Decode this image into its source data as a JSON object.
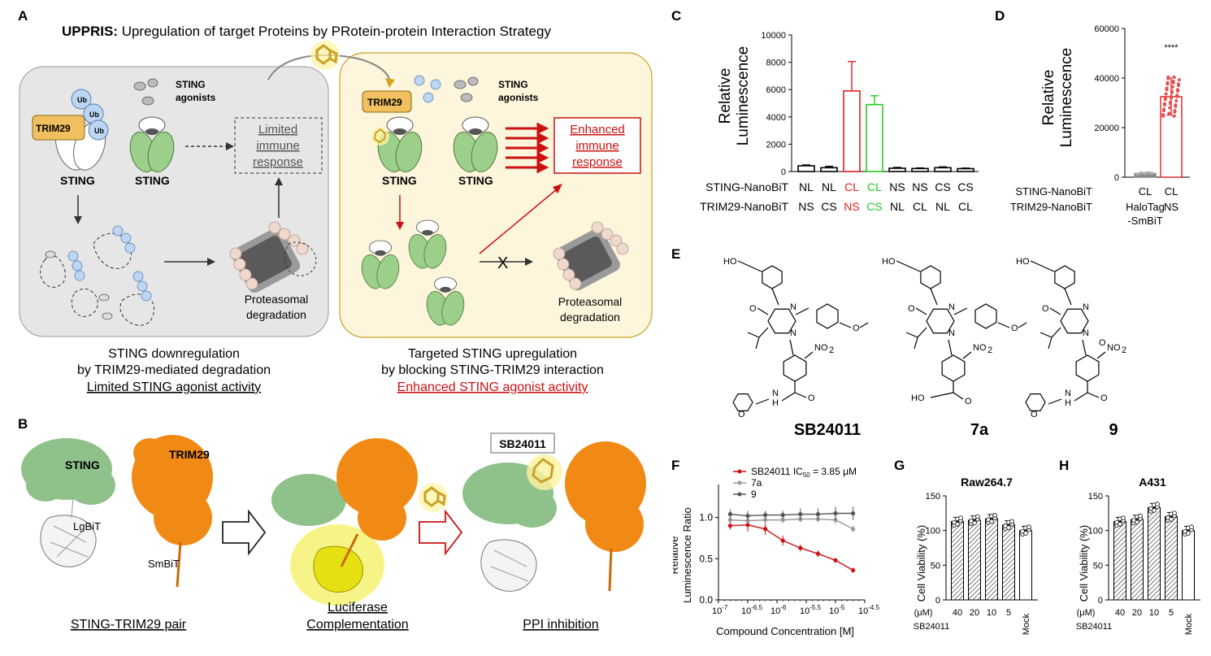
{
  "panel_letters": [
    "A",
    "B",
    "C",
    "D",
    "E",
    "F",
    "G",
    "H"
  ],
  "panelA": {
    "title_bold": "UPPRIS:",
    "title_rest": "Upregulation of target Proteins by PRotein-protein Interaction Strategy",
    "ub": "Ub",
    "trim29": "TRIM29",
    "sting": "STING",
    "agonists_l1": "STING",
    "agonists_l2": "agonists",
    "limited_l1": "Limited",
    "limited_l2": "immune",
    "limited_l3": "response",
    "enhanced_l1": "Enhanced",
    "enhanced_l2": "immune",
    "enhanced_l3": "response",
    "proteasomal_l1": "Proteasomal",
    "proteasomal_l2": "degradation",
    "left_cap_l1": "STING downregulation",
    "left_cap_l2": "by TRIM29-mediated degradation",
    "left_cap_l3": "Limited STING agonist activity",
    "right_cap_l1": "Targeted STING upregulation",
    "right_cap_l2": "by blocking STING-TRIM29 interaction",
    "right_cap_l3": "Enhanced STING agonist activity",
    "x_mark": "X",
    "colors": {
      "left_bg": "#e6e6e6",
      "right_bg": "#fdf6dc",
      "right_border": "#c9a227",
      "trim_fill": "#f0c060",
      "sting_green": "#9ccf8a",
      "red": "#cc1111",
      "ub_blue": "#bcd6f4"
    }
  },
  "panelB": {
    "sting": "STING",
    "trim29": "TRIM29",
    "lgbit": "LgBiT",
    "smbit": "SmBiT",
    "sb": "SB24011",
    "cap1": "STING-TRIM29 pair",
    "cap2_l1": "Luciferase",
    "cap2_l2": "Complementation",
    "cap3": "PPI inhibition",
    "colors": {
      "sting": "#8fc18a",
      "trim": "#f08a14",
      "glow": "#f6f272"
    }
  },
  "panelC": {
    "ylabel_l1": "Relative",
    "ylabel_l2": "Luminescence",
    "row1_label": "STING-NanoBiT",
    "row2_label": "TRIM29-NanoBiT",
    "chart_data": {
      "type": "bar",
      "yticks": [
        "0",
        "2000",
        "4000",
        "6000",
        "8000",
        "10000"
      ],
      "ylim": [
        0,
        10000
      ],
      "row1": [
        "NL",
        "NL",
        "CL",
        "CL",
        "NS",
        "NS",
        "CS",
        "CS"
      ],
      "row2": [
        "NS",
        "CS",
        "NS",
        "CS",
        "NL",
        "CL",
        "NL",
        "CL"
      ],
      "values": [
        420,
        280,
        5900,
        4900,
        240,
        220,
        280,
        210
      ],
      "errors": [
        60,
        100,
        2150,
        650,
        60,
        40,
        60,
        40
      ],
      "bar_colors": [
        "#000000",
        "#000000",
        "#e02020",
        "#22cc22",
        "#000000",
        "#000000",
        "#000000",
        "#000000"
      ]
    }
  },
  "panelD": {
    "ylabel_l1": "Relative",
    "ylabel_l2": "Luminescence",
    "row1_label": "STING-NanoBiT",
    "row2_label": "TRIM29-NanoBiT",
    "sig": "****",
    "chart_data": {
      "type": "bar",
      "yticks": [
        "0",
        "20000",
        "40000",
        "60000"
      ],
      "ylim": [
        0,
        60000
      ],
      "row1": [
        "CL",
        "CL"
      ],
      "row2_a": [
        "HaloTag",
        "NS"
      ],
      "row2_b": [
        "-SmBiT",
        ""
      ],
      "values": [
        1500,
        32500
      ],
      "errors": [
        300,
        7500
      ],
      "bar_colors": [
        "#888888",
        "#e02020"
      ]
    }
  },
  "panelE": {
    "names": [
      "SB24011",
      "7a",
      "9"
    ],
    "atoms": {
      "ho": "HO",
      "o": "O",
      "n": "N",
      "no2": "NO",
      "no2_sub": "2",
      "nh": "N",
      "h": "H"
    }
  },
  "panelF": {
    "ylabel_l1": "Relative",
    "ylabel_l2": "Luminescence Ratio",
    "xlabel": "Compound Concentration [M]",
    "legend_sb": "SB24011 IC",
    "legend_sb_sub": "50",
    "legend_sb_rest": " = 3.85 μM",
    "legend_7a": "7a",
    "legend_9": "9",
    "chart_data": {
      "type": "line",
      "x_log": true,
      "xlim": [
        -7,
        -4.5
      ],
      "xticks": [
        "10",
        "10",
        "10",
        "10",
        "10",
        "10",
        "10"
      ],
      "xtick_exps": [
        "-7",
        "-6.5",
        "-6",
        "-5.5",
        "-5",
        "-4.5",
        ""
      ],
      "yticks": [
        "0.0",
        "0.5",
        "1.0"
      ],
      "ylim": [
        0,
        1.4
      ],
      "series": [
        {
          "name": "SB24011",
          "color": "#cc1111",
          "x": [
            -6.8,
            -6.5,
            -6.2,
            -5.9,
            -5.6,
            -5.3,
            -5.0,
            -4.7
          ],
          "y": [
            0.9,
            0.91,
            0.86,
            0.72,
            0.63,
            0.56,
            0.48,
            0.36
          ],
          "err": [
            0.05,
            0.08,
            0.07,
            0.06,
            0.04,
            0.04,
            0.03,
            0.03
          ]
        },
        {
          "name": "7a",
          "color": "#999999",
          "x": [
            -6.8,
            -6.5,
            -6.2,
            -5.9,
            -5.6,
            -5.3,
            -5.0,
            -4.7
          ],
          "y": [
            0.97,
            0.96,
            0.97,
            0.97,
            0.98,
            0.98,
            0.97,
            0.86
          ],
          "err": [
            0.04,
            0.04,
            0.04,
            0.04,
            0.04,
            0.04,
            0.05,
            0.04
          ]
        },
        {
          "name": "9",
          "color": "#555555",
          "x": [
            -6.8,
            -6.5,
            -6.2,
            -5.9,
            -5.6,
            -5.3,
            -5.0,
            -4.7
          ],
          "y": [
            1.04,
            1.02,
            1.03,
            1.03,
            1.04,
            1.04,
            1.05,
            1.05
          ],
          "err": [
            0.06,
            0.06,
            0.05,
            0.05,
            0.07,
            0.07,
            0.08,
            0.08
          ]
        }
      ]
    }
  },
  "panelG": {
    "title": "Raw264.7",
    "ylabel": "Cell Viability (%)",
    "unit": "(μM)",
    "compound": "SB24011",
    "chart_data": {
      "type": "bar",
      "categories": [
        "40",
        "20",
        "10",
        "5",
        "Mock"
      ],
      "values": [
        113,
        115,
        117,
        108,
        100
      ],
      "yticks": [
        "0",
        "50",
        "100",
        "150"
      ],
      "ylim": [
        0,
        150
      ]
    }
  },
  "panelH": {
    "title": "A431",
    "ylabel": "Cell Viability (%)",
    "unit": "(μM)",
    "compound": "SB24011",
    "chart_data": {
      "type": "bar",
      "categories": [
        "40",
        "20",
        "10",
        "5",
        "Mock"
      ],
      "values": [
        113,
        116,
        133,
        120,
        100
      ],
      "yticks": [
        "0",
        "50",
        "100",
        "150"
      ],
      "ylim": [
        0,
        150
      ]
    }
  }
}
